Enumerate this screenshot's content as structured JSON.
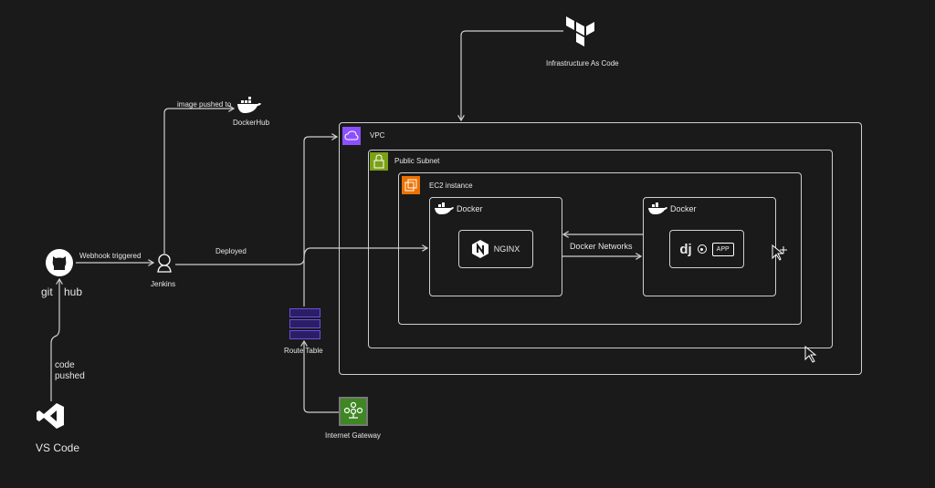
{
  "nodes": {
    "terraform": {
      "label": "Infrastructure As Code",
      "icon": "terraform-icon"
    },
    "dockerhub": {
      "label": "DockerHub",
      "icon": "docker-whale-icon"
    },
    "github": {
      "label_left": "git",
      "label_right": "hub",
      "icon": "github-icon"
    },
    "jenkins": {
      "label": "Jenkins",
      "icon": "jenkins-icon"
    },
    "vscode": {
      "label": "VS Code",
      "icon": "vscode-icon"
    },
    "route_table": {
      "label": "Route Table",
      "icon": "route-table-icon"
    },
    "internet_gateway": {
      "label": "Internet Gateway",
      "icon": "internet-gateway-icon"
    }
  },
  "groups": {
    "vpc": {
      "label": "VPC",
      "color": "#8c4fff"
    },
    "subnet": {
      "label": "Public Subnet",
      "color": "#7aa116"
    },
    "ec2": {
      "label": "EC2 instance",
      "color": "#ed7100"
    },
    "docker_left": {
      "label": "Docker",
      "service": "NGINX"
    },
    "docker_right": {
      "label": "Docker",
      "service_logo": "dj",
      "service": "APP"
    }
  },
  "edges": {
    "webhook": "Webhook triggered",
    "image_pushed": "image pushed to",
    "deployed": "Deployed",
    "code_pushed_1": "code",
    "code_pushed_2": "pushed",
    "docker_networks": "Docker Networks"
  },
  "colors": {
    "background": "#1a1a1a",
    "line": "#cfcfcf",
    "internet_gateway": "#3f8624",
    "route_table": "#4b2fa8"
  }
}
